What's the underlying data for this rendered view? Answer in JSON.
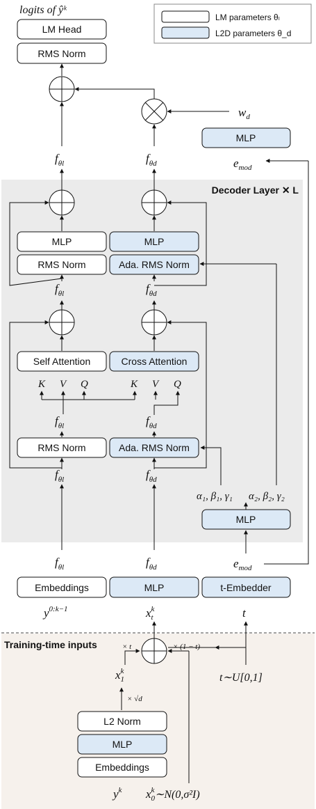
{
  "title": "logits of ŷᵏ",
  "legend": {
    "lm": "LM parameters θₗ",
    "l2d": "L2D parameters θ_d"
  },
  "colors": {
    "lm_fill": "#ffffff",
    "l2d_fill": "#dce9f6",
    "decoder_bg": "#ebebeb",
    "train_bg": "#f6f1ec"
  },
  "top": {
    "lm_head": "LM Head",
    "rms_norm": "RMS Norm",
    "w_d": "w",
    "w_d_sub": "d",
    "mlp": "MLP",
    "e_mod": "e",
    "e_mod_sub": "mod"
  },
  "decoder": {
    "title": "Decoder Layer ✕ L",
    "mlp_l": "MLP",
    "mlp_d": "MLP",
    "rms_norm_l": "RMS Norm",
    "ada_rms_norm_1": "Ada. RMS Norm",
    "self_attention": "Self Attention",
    "cross_attention": "Cross Attention",
    "K": "K",
    "V": "V",
    "Q": "Q",
    "rms_norm_l2": "RMS Norm",
    "ada_rms_norm_2": "Ada. RMS Norm",
    "alpha1": "α₁, β₁, γ₁",
    "alpha2": "α₂, β₂, γ₂",
    "mlp_side": "MLP"
  },
  "f_l": "f",
  "f_l_sub": "θl",
  "f_d": "f",
  "f_d_sub": "θd",
  "inputs": {
    "embeddings": "Embeddings",
    "mlp": "MLP",
    "t_embedder": "t-Embedder",
    "e_mod": "e",
    "e_mod_sub": "mod",
    "y_label": "y",
    "y_sup": "0:k−1",
    "x_label": "x",
    "x_sub": "t",
    "x_sup": "k",
    "t_label": "t"
  },
  "training": {
    "title": "Training-time inputs",
    "times_t": "× t",
    "times_1mt": "× (1 − t)",
    "times_sqrtd": "× √d",
    "x1": "x",
    "x1_sub": "1",
    "x1_sup": "k",
    "t_dist": "t∼U[0,1]",
    "l2_norm": "L2 Norm",
    "mlp": "MLP",
    "embeddings": "Embeddings",
    "yk": "y",
    "yk_sup": "k",
    "x0": "x",
    "x0_sub": "0",
    "x0_sup": "k",
    "x0_dist": "∼N(0,σ²I)"
  }
}
